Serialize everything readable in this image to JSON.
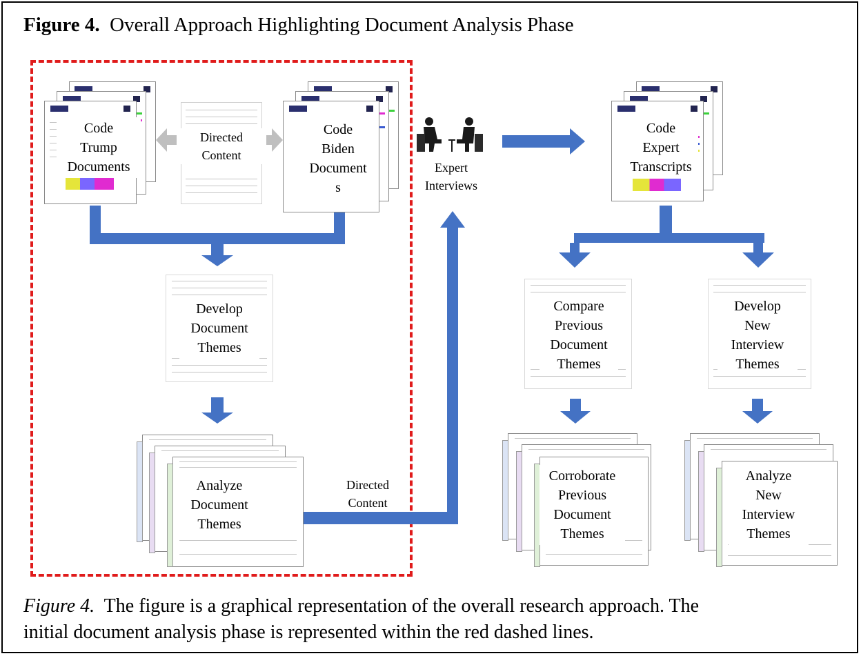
{
  "figure": {
    "title_bold": "Figure 4.",
    "title_text": "Overall Approach Highlighting Document Analysis Phase",
    "caption_label": "Figure 4.",
    "caption_line1": "The figure is a graphical representation of the overall research approach.  The",
    "caption_line2": "initial document analysis phase is represented within the red dashed lines."
  },
  "nodes": {
    "code_trump": [
      "Code",
      "Trump",
      "Documents"
    ],
    "directed_content_top": [
      "Directed",
      "Content"
    ],
    "code_biden": [
      "Code",
      "Biden",
      "Document",
      "s"
    ],
    "expert_interviews": [
      "Expert",
      "Interviews"
    ],
    "code_expert": [
      "Code",
      "Expert",
      "Transcripts"
    ],
    "develop_doc_themes": [
      "Develop",
      "Document",
      "Themes"
    ],
    "analyze_doc_themes": [
      "Analyze",
      "Document",
      "Themes"
    ],
    "directed_content_bottom": [
      "Directed",
      "Content"
    ],
    "compare_prev": [
      "Compare",
      "Previous",
      "Document",
      "Themes"
    ],
    "develop_new": [
      "Develop",
      "New",
      "Interview",
      "Themes"
    ],
    "corroborate_prev": [
      "Corroborate",
      "Previous",
      "Document",
      "Themes"
    ],
    "analyze_new": [
      "Analyze",
      "New",
      "Interview",
      "Themes"
    ]
  },
  "colors": {
    "arrow": "#4472c4",
    "arrow_gray": "#bfbfbf",
    "dashed_box": "#e01b1b"
  },
  "icons": {
    "interview": "interview-people-icon"
  }
}
